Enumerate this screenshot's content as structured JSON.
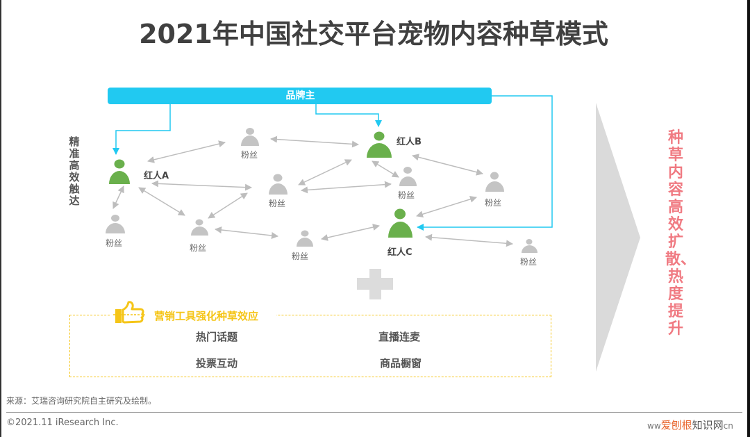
{
  "title": "2021年中国社交平台宠物内容种草模式",
  "brand": {
    "label": "品牌主",
    "color": "#21c9f1"
  },
  "left_label": "精准高效触达",
  "right_label": "种草内容高效扩散、热度提升",
  "influencers": [
    {
      "id": "A",
      "label": "红人A",
      "color": "#6ab04c"
    },
    {
      "id": "B",
      "label": "红人B",
      "color": "#6ab04c"
    },
    {
      "id": "C",
      "label": "红人C",
      "color": "#6ab04c"
    }
  ],
  "fans": [
    {
      "label": "粉丝"
    },
    {
      "label": "粉丝"
    },
    {
      "label": "粉丝"
    },
    {
      "label": "粉丝"
    },
    {
      "label": "粉丝"
    },
    {
      "label": "粉丝"
    },
    {
      "label": "粉丝"
    },
    {
      "label": "粉丝"
    }
  ],
  "marketing_tools": {
    "title": "营销工具强化种草效应",
    "icon": "thumbs-up-icon",
    "accent": "#f5c518",
    "items": [
      {
        "label": "热门话题"
      },
      {
        "label": "直播连麦"
      },
      {
        "label": "投票互动"
      },
      {
        "label": "商品橱窗"
      }
    ]
  },
  "colors": {
    "fan": "#c4c4c4",
    "arrow": "#bdbdbd",
    "right_text": "#f07a82",
    "chevron": "#dadada"
  },
  "footer": {
    "source": "来源：艾瑞咨询研究院自主研究及绘制。",
    "copyright": "©2021.11 iResearch Inc.",
    "watermark_prefix": "ww",
    "watermark_highlight": "爱刨根",
    "watermark_main": "知识网",
    "watermark_suffix": "cn"
  }
}
